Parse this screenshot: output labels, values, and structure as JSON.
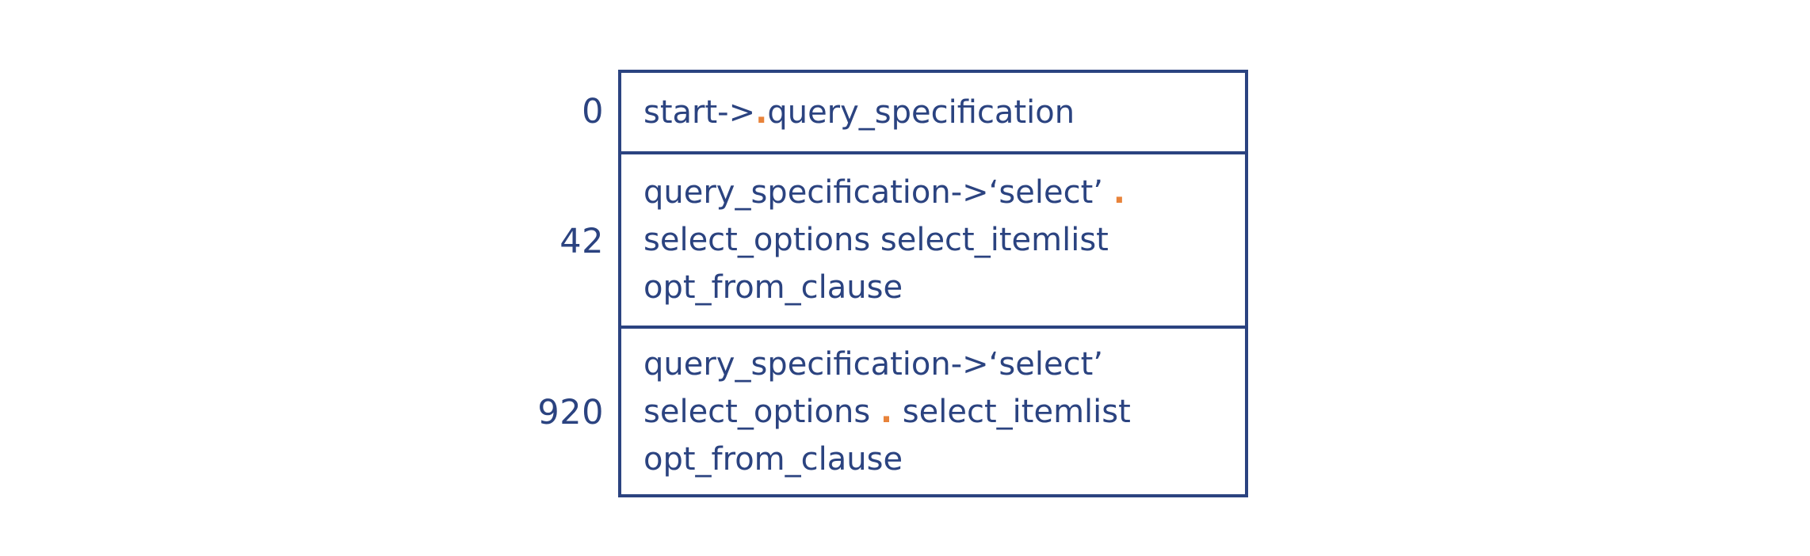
{
  "figure": {
    "type": "lr-parser-item-set-table",
    "background_color": "#ffffff",
    "text_color": "#2b4380",
    "border_color": "#2b4380",
    "dot_color": "#e8833a"
  },
  "rows": [
    {
      "state": "0",
      "lines": [
        {
          "before": "start->",
          "dot": ".",
          "after": "query_specification"
        }
      ]
    },
    {
      "state": "42",
      "lines": [
        {
          "before": "query_specification->‘select’ ",
          "dot": ".",
          "after": ""
        },
        {
          "before": "select_options select_itemlist",
          "dot": "",
          "after": ""
        },
        {
          "before": "opt_from_clause",
          "dot": "",
          "after": ""
        }
      ]
    },
    {
      "state": "920",
      "lines": [
        {
          "before": "query_specification->‘select’",
          "dot": "",
          "after": ""
        },
        {
          "before": "select_options ",
          "dot": ".",
          "after": " select_itemlist"
        },
        {
          "before": "opt_from_clause",
          "dot": "",
          "after": ""
        }
      ]
    }
  ]
}
